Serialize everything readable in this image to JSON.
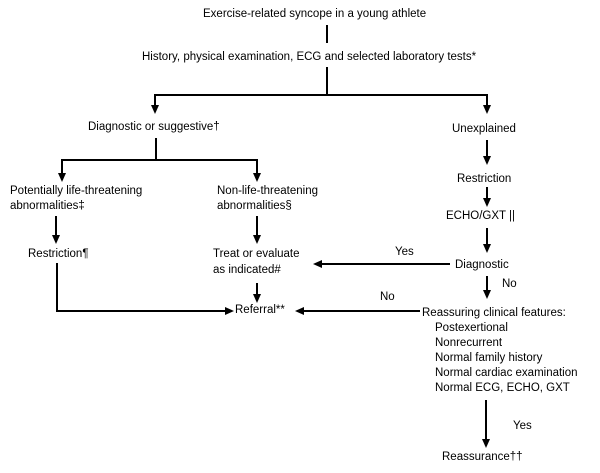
{
  "flowchart": {
    "title": "Exercise-related syncope in a young athlete",
    "nodes": {
      "evaluation": "History, physical examination, ECG and selected laboratory tests*",
      "diagnostic_or_suggestive": "Diagnostic or suggestive†",
      "unexplained": "Unexplained",
      "life_threatening_line1": "Potentially life-threatening",
      "life_threatening_line2": "abnormalities‡",
      "non_life_threatening_line1": "Non-life-threatening",
      "non_life_threatening_line2": "abnormalities§",
      "restriction_left": "Restriction¶",
      "restriction_right": "Restriction",
      "echo_gxt": "ECHO/GXT ||",
      "treat_line1": "Treat or evaluate",
      "treat_line2": "as indicated#",
      "diagnostic": "Diagnostic",
      "referral": "Referral**",
      "reassuring_header": "Reassuring clinical features:",
      "reassuring_items": [
        "Postexertional",
        "Nonrecurrent",
        "Normal family history",
        "Normal cardiac examination",
        "Normal ECG, ECHO, GXT"
      ],
      "reassurance": "Reassurance††"
    },
    "branch_labels": {
      "yes_diagnostic": "Yes",
      "no_diagnostic": "No",
      "no_reassuring": "No",
      "yes_reassuring": "Yes"
    },
    "colors": {
      "background": "#ffffff",
      "text": "#000000",
      "line": "#000000"
    }
  }
}
